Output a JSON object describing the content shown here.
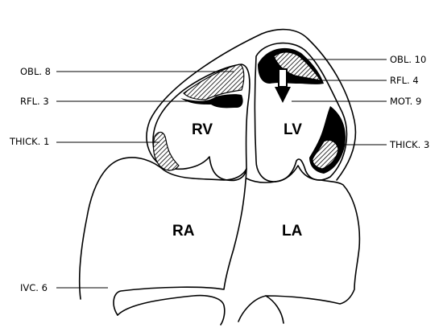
{
  "diagram": {
    "chambers": {
      "rv": "RV",
      "lv": "LV",
      "ra": "RA",
      "la": "LA"
    },
    "left_labels": [
      {
        "id": "obl-8",
        "text": "OBL. 8"
      },
      {
        "id": "rfl-3",
        "text": "RFL. 3"
      },
      {
        "id": "thick-1",
        "text": "THICK. 1"
      },
      {
        "id": "ivc-6",
        "text": "IVC. 6"
      }
    ],
    "right_labels": [
      {
        "id": "obl-10",
        "text": "OBL. 10"
      },
      {
        "id": "rfl-4",
        "text": "RFL. 4"
      },
      {
        "id": "mot-9",
        "text": "MOT. 9"
      },
      {
        "id": "thick-3",
        "text": "THICK. 3"
      }
    ],
    "colors": {
      "ink": "#000000",
      "background": "#ffffff"
    }
  }
}
